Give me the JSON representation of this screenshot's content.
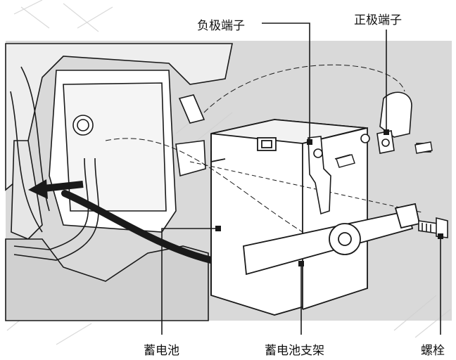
{
  "labels": {
    "negative_terminal": "负极端子",
    "positive_terminal": "正极端子",
    "battery": "蓄电池",
    "battery_bracket": "蓄电池支架",
    "bolt": "螺栓"
  },
  "colors": {
    "background_panel": "#d9d9d9",
    "line": "#1a1a1a",
    "battery_fill": "#ffffff",
    "shading": "#bdbdbd",
    "watermark": "#c8c8c8"
  },
  "icons": [
    "arrow-left-icon",
    "bolt-icon",
    "terminal-clamp-icon"
  ]
}
